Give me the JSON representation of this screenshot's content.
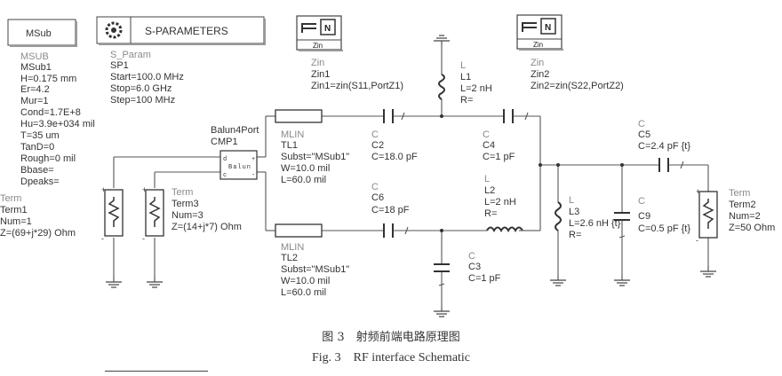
{
  "msub": {
    "box": "MSub",
    "type": "MSUB",
    "name": "MSub1",
    "params": [
      "H=0.175 mm",
      "Er=4.2",
      "Mur=1",
      "Cond=1.7E+8",
      "Hu=3.9e+034 mil",
      "T=35 um",
      "TanD=0",
      "Rough=0 mil",
      "Bbase=",
      "Dpeaks="
    ]
  },
  "sparam": {
    "box": "S-PARAMETERS",
    "type": "S_Param",
    "name": "SP1",
    "params": [
      "Start=100.0 MHz",
      "Stop=6.0 GHz",
      "Step=100 MHz"
    ]
  },
  "zin1": {
    "icon_label": "Zin",
    "type": "Zin",
    "name": "Zin1",
    "eq": "Zin1=zin(S11,PortZ1)"
  },
  "zin2": {
    "icon_label": "Zin",
    "type": "Zin",
    "name": "Zin2",
    "eq": "Zin2=zin(S22,PortZ2)"
  },
  "balun": {
    "type": "Balun4Port",
    "name": "CMP1",
    "body": "Balun"
  },
  "tl1": {
    "type": "MLIN",
    "name": "TL1",
    "params": [
      "Subst=\"MSub1\"",
      "W=10.0 mil",
      "L=60.0 mil"
    ]
  },
  "tl2": {
    "type": "MLIN",
    "name": "TL2",
    "params": [
      "Subst=\"MSub1\"",
      "W=10.0 mil",
      "L=60.0 mil"
    ]
  },
  "c2": {
    "type": "C",
    "name": "C2",
    "value": "C=18.0 pF"
  },
  "c4": {
    "type": "C",
    "name": "C4",
    "value": "C=1 pF"
  },
  "c6": {
    "type": "C",
    "name": "C6",
    "value": "C=18 pF"
  },
  "c3": {
    "type": "C",
    "name": "C3",
    "value": "C=1 pF"
  },
  "c5": {
    "type": "C",
    "name": "C5",
    "value": "C=2.4 pF {t}"
  },
  "c9": {
    "type": "C",
    "name": "C9",
    "value": "C=0.5 pF {t}"
  },
  "l1": {
    "type": "L",
    "name": "L1",
    "value": "L=2 nH",
    "r": "R="
  },
  "l2": {
    "type": "L",
    "name": "L2",
    "value": "L=2 nH",
    "r": "R="
  },
  "l3": {
    "type": "L",
    "name": "L3",
    "value": "L=2.6 nH {t}",
    "r": "R="
  },
  "term1": {
    "type": "Term",
    "name": "Term1",
    "num": "Num=1",
    "z": "Z=(69+j*29) Ohm"
  },
  "term2": {
    "type": "Term",
    "name": "Term2",
    "num": "Num=2",
    "z": "Z=50 Ohm"
  },
  "term3": {
    "type": "Term",
    "name": "Term3",
    "num": "Num=3",
    "z": "Z=(14+j*7) Ohm"
  },
  "caption": {
    "cn": "图 3　射频前端电路原理图",
    "en": "Fig. 3　RF interface Schematic"
  }
}
